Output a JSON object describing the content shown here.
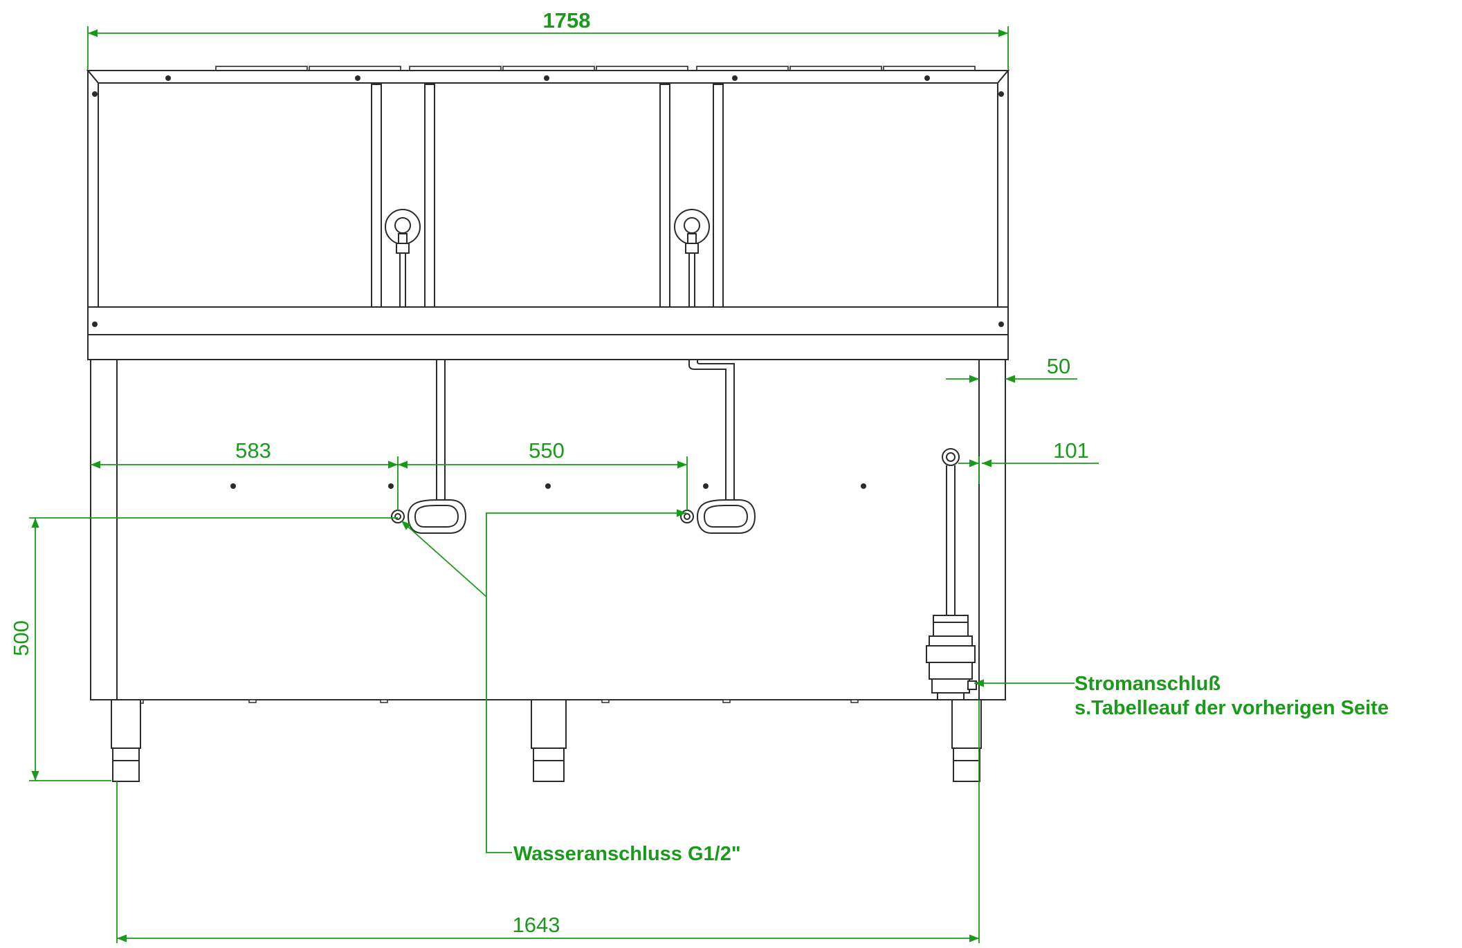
{
  "colors": {
    "dimension": "#1a9a1a",
    "outline": "#2b2b2b",
    "fill": "#ffffff"
  },
  "dimensions": {
    "overall_width": "1758",
    "leg_width": "1643",
    "left_to_first_inlet": "583",
    "inlet_spacing": "550",
    "post_width": "50",
    "right_to_power": "101",
    "inlet_height": "500"
  },
  "callouts": {
    "water": "Wasseranschluss G1/2\"",
    "power_line1": "Stromanschluß",
    "power_line2": "s.Tabelleauf der vorherigen Seite"
  }
}
